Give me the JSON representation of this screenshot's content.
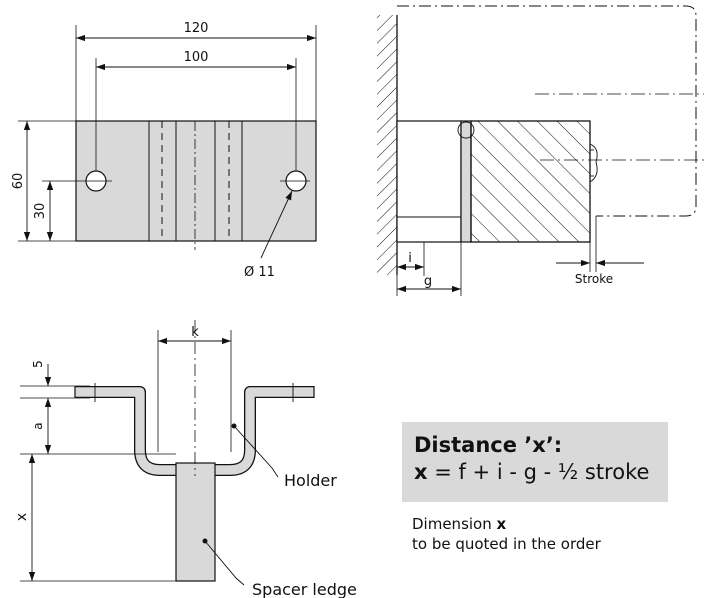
{
  "labels": {
    "dim_120": "120",
    "dim_100": "100",
    "dim_60": "60",
    "dim_30": "30",
    "hole_diameter": "Ø 11",
    "dim_i": "i",
    "dim_g": "g",
    "stroke": "Stroke",
    "dim_k": "k",
    "dim_5": "5",
    "dim_a": "a",
    "dim_x": "x",
    "holder": "Holder",
    "spacer_ledge": "Spacer ledge"
  },
  "formula": {
    "title": "Distance ’x’:",
    "variable": "x",
    "expression": " = f + i - g - ½ stroke"
  },
  "note": {
    "prefix": "Dimension ",
    "variable": "x",
    "line2": "to be quoted in the order"
  },
  "colors": {
    "part_fill": "#d9d9d9",
    "line": "#111111",
    "box_fill": "#d9d9d9"
  }
}
